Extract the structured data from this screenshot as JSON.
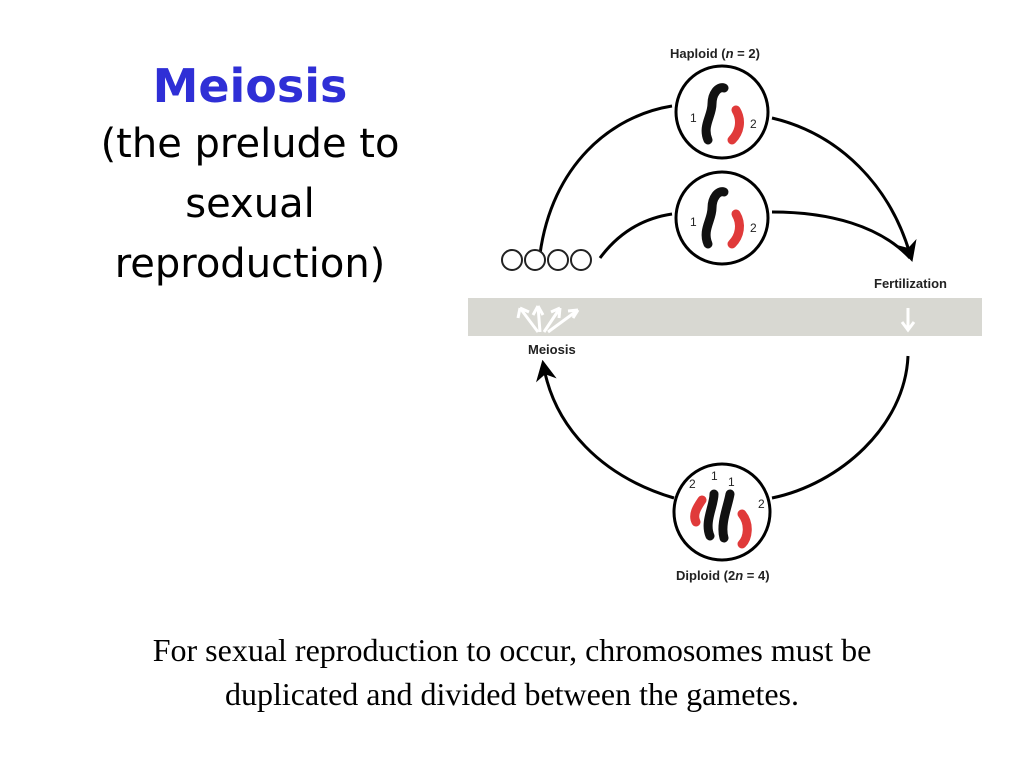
{
  "title": "Meiosis",
  "subtitle_lines": [
    "(the prelude to",
    "sexual",
    "reproduction)"
  ],
  "caption_lines": [
    "For sexual reproduction to occur, chromosomes must be",
    "duplicated and divided between the gametes."
  ],
  "diagram": {
    "haploid_prefix": "Haploid (",
    "haploid_var": "n",
    "haploid_suffix": " = 2)",
    "diploid_prefix": "Diploid (2",
    "diploid_var": "n",
    "diploid_suffix": " = 4)",
    "fertilization": "Fertilization",
    "meiosis": "Meiosis",
    "haploid_cell_labels": [
      "1",
      "2"
    ],
    "diploid_cell_labels": [
      "2",
      "1",
      "1",
      "2"
    ]
  },
  "colors": {
    "title": "#2f2fd6",
    "chromosome_red": "#e03a3a",
    "chromosome_black": "#111111",
    "band": "#d8d8d2"
  }
}
